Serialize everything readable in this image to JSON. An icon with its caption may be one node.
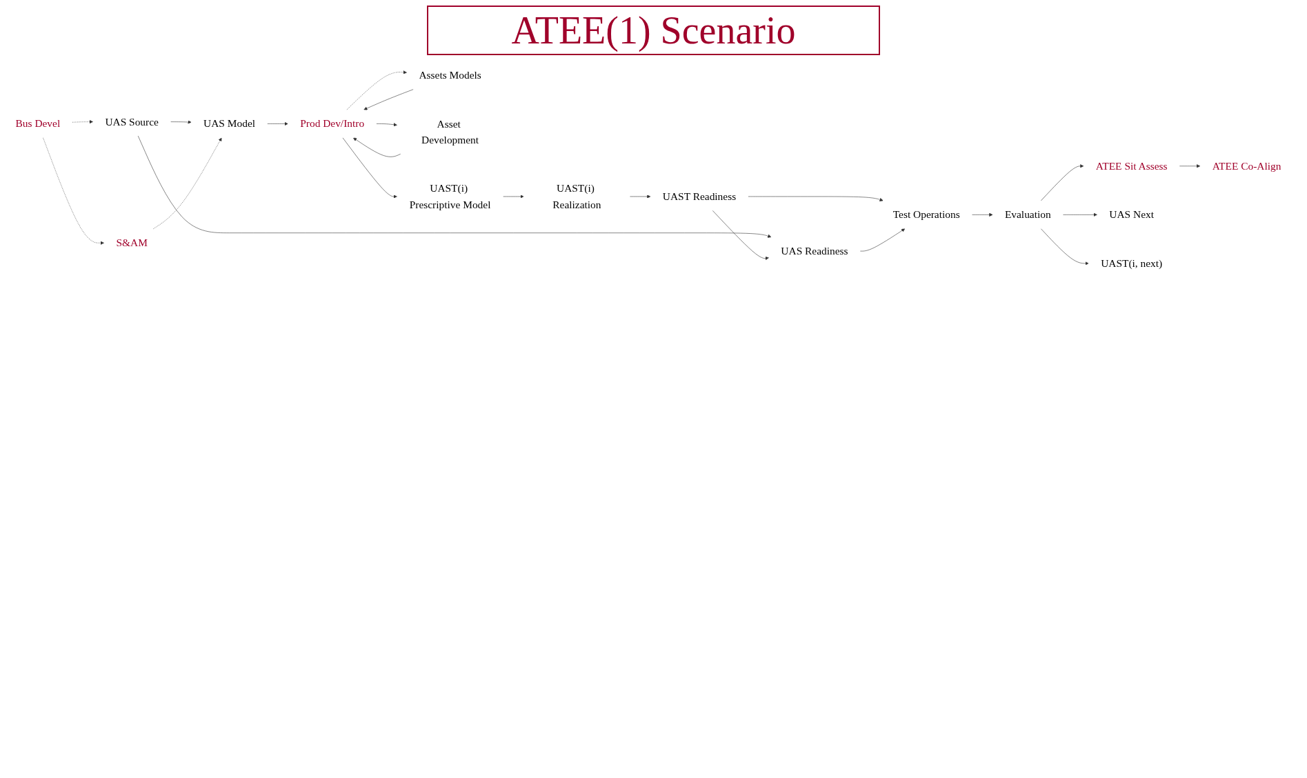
{
  "diagram": {
    "title": "ATEE(1) Scenario",
    "nodes": [
      {
        "text": [
          "Bus Devel"
        ]
      },
      {
        "text": [
          "UAS Source"
        ]
      },
      {
        "text": [
          "S&AM"
        ]
      },
      {
        "text": [
          "UAS Model"
        ]
      },
      {
        "text": [
          "Prod Dev/Intro"
        ]
      },
      {
        "text": [
          "Assets Models"
        ]
      },
      {
        "text": [
          "Asset Development"
        ]
      },
      {
        "text": [
          "UAST(i) Prescriptive Model"
        ]
      },
      {
        "text": [
          "UAST(i) Realization"
        ]
      },
      {
        "text": [
          "UAS Readiness"
        ]
      },
      {
        "text": [
          "UAST Readiness"
        ]
      },
      {
        "text": [
          "Test Operations"
        ]
      },
      {
        "text": [
          "Evaluation"
        ]
      },
      {
        "text": [
          "ATEE Co-Align"
        ]
      },
      {
        "text": [
          "ATEE Sit Assess"
        ]
      },
      {
        "text": [
          "UAS Next"
        ]
      },
      {
        "text": [
          "UAST(i, next)"
        ]
      }
    ],
    "edges": [
      {
        "from": 0,
        "to": 1,
        "arrow": "to",
        "style": "dashed"
      },
      {
        "from": 0,
        "to": 2,
        "arrow": "to",
        "style": "dashed"
      },
      {
        "from": 1,
        "to": 3,
        "arrow": "to"
      },
      {
        "from": 1,
        "to": 9,
        "arrow": "to"
      },
      {
        "from": 2,
        "to": 3,
        "arrow": "to",
        "style": "dashed"
      },
      {
        "from": 3,
        "to": 4,
        "arrow": "to"
      },
      {
        "from": 4,
        "to": 5,
        "arrow": "to",
        "style": "dashed"
      },
      {
        "from": 5,
        "to": 4,
        "arrow": "to"
      },
      {
        "from": 4,
        "to": 6,
        "arrow": "to"
      },
      {
        "from": 6,
        "to": 4,
        "arrow": "to"
      },
      {
        "from": 4,
        "to": 7,
        "arrow": "to"
      },
      {
        "from": 7,
        "to": 8,
        "arrow": "to"
      },
      {
        "from": 8,
        "to": 10,
        "arrow": "to"
      },
      {
        "from": 10,
        "to": 9,
        "arrow": "to"
      },
      {
        "from": 10,
        "to": 11,
        "arrow": "to"
      },
      {
        "from": 9,
        "to": 11,
        "arrow": "to"
      },
      {
        "from": 11,
        "to": 12,
        "arrow": "to"
      },
      {
        "from": 12,
        "to": 14,
        "arrow": "to"
      },
      {
        "from": 14,
        "to": 13,
        "arrow": "to"
      },
      {
        "from": 12,
        "to": 15,
        "arrow": "to"
      },
      {
        "from": 12,
        "to": 16,
        "arrow": "to"
      }
    ]
  }
}
